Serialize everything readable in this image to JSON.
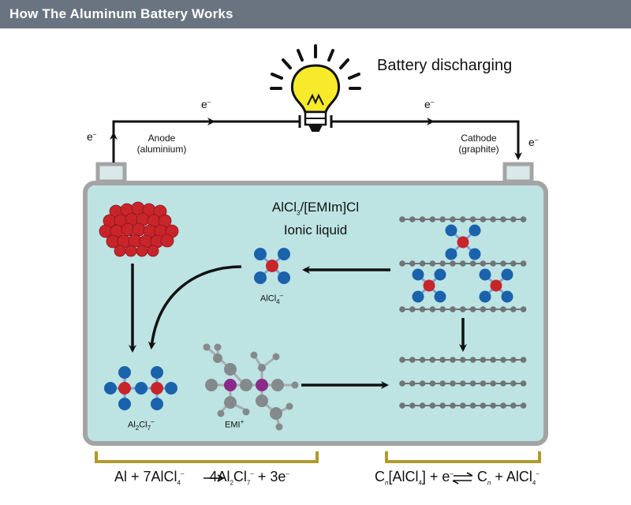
{
  "header": {
    "title": "How The Aluminum Battery Works"
  },
  "state_label": "Battery discharging",
  "electron": {
    "base": "e",
    "sup": "–"
  },
  "anode": {
    "line1": "Anode",
    "line2": "(aluminium)"
  },
  "cathode": {
    "line1": "Cathode",
    "line2": "(graphite)"
  },
  "electrolyte": {
    "l1a": "AlCl",
    "l1s": "3",
    "l1b": "/[EMIm]Cl",
    "line2": "Ionic liquid"
  },
  "species": {
    "alcl4": {
      "base": "AlCl",
      "sub": "4",
      "sup": "–"
    },
    "al2cl7": {
      "b1": "Al",
      "s1": "2",
      "b2": "Cl",
      "s2": "7",
      "sup": "–"
    },
    "emi": {
      "base": "EMI",
      "sup": "+"
    }
  },
  "anode_reaction": {
    "p1": "Al + 7AlCl",
    "s1": "4",
    "sup1": "–",
    "p2": "4Al",
    "s2": "2",
    "p3": "Cl",
    "s3": "7",
    "sup2": "–",
    "p4": " + 3e",
    "sup3": "–"
  },
  "cathode_reaction": {
    "p1": "C",
    "s1": "n",
    "p2": "[AlCl",
    "s2": "4",
    "p3": "] + e",
    "sup1": "–",
    "p4": "C",
    "s4": "n",
    "p5": " + AlCl",
    "s5": "4",
    "sup2": "–"
  },
  "colors": {
    "header": "#6a7481",
    "cell_fill": "#bde3e3",
    "cell_border": "#a4a4a4",
    "aluminium": "#c8252b",
    "chlorine": "#1a62ab",
    "ring": "#848a8c",
    "nitrogen": "#8a2b8a",
    "graphite": "#6f7476",
    "bracket": "#b09a2e",
    "bulb": "#f6ea2b"
  }
}
